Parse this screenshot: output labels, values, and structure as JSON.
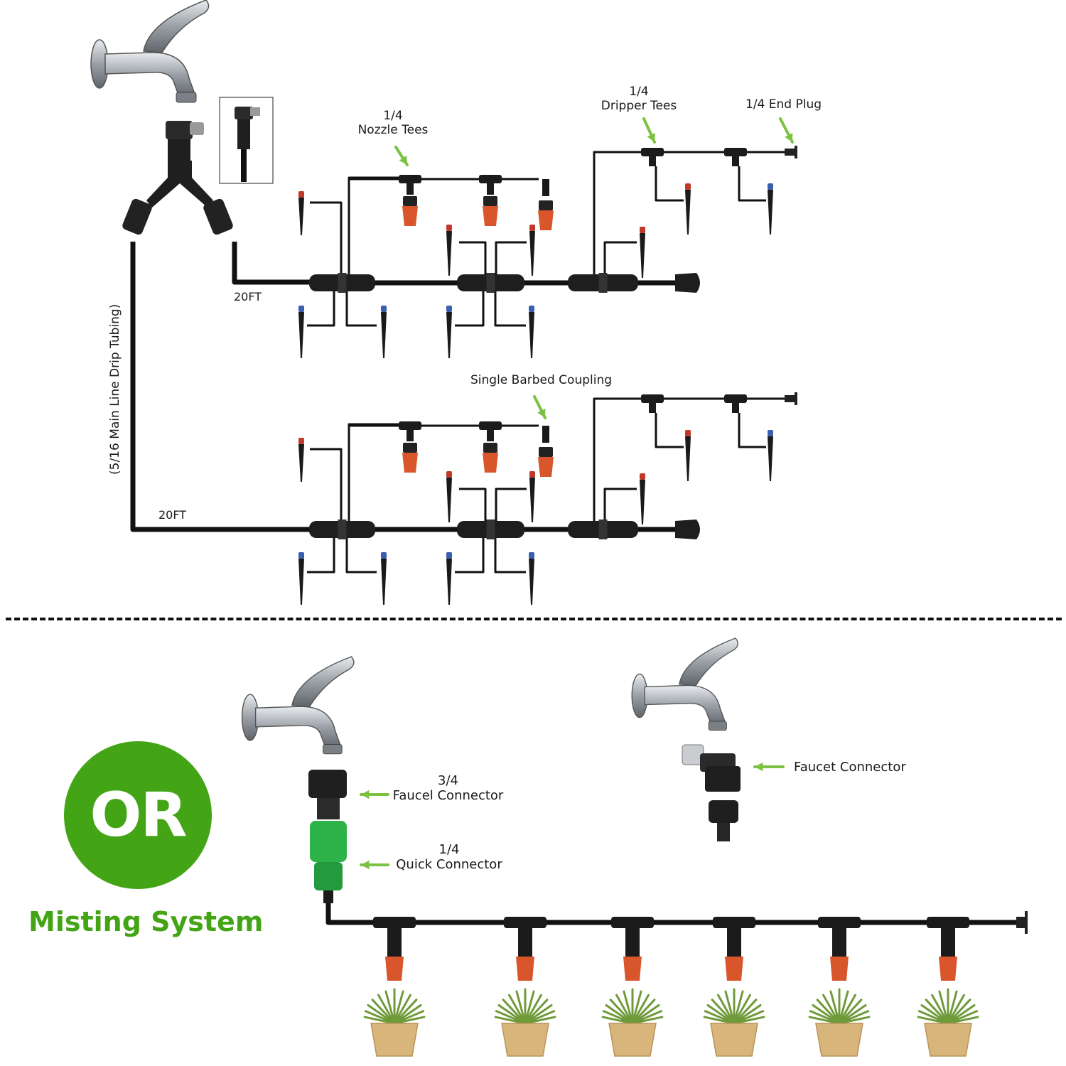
{
  "colors": {
    "tube": "#111111",
    "arrow": "#7cc242",
    "nozzle_orange": "#d9552b",
    "stake_red": "#c0392b",
    "stake_blue": "#3a5fb0",
    "chrome": "#9aa0a6",
    "green_connector": "#2db34a",
    "or_green": "#43a516",
    "pot": "#d8b57a",
    "leaves": "#6f9a3a"
  },
  "icons": [
    "faucet-icon",
    "y-splitter-icon",
    "hose-clamp-icon",
    "t-connector-icon",
    "nozzle-icon",
    "dripper-stake-icon",
    "end-plug-icon",
    "potted-plant-icon"
  ],
  "top": {
    "labels": {
      "nozzle_tees_line1": "1/4",
      "nozzle_tees_line2": "Nozzle Tees",
      "dripper_tees_line1": "1/4",
      "dripper_tees_line2": "Dripper Tees",
      "end_plug": "1/4 End Plug",
      "single_barbed": "Single Barbed Coupling",
      "main_line": "(5/16 Main Line Drip Tubing)",
      "length_1": "20FT",
      "length_2": "20FT"
    }
  },
  "bottom": {
    "or_text": "OR",
    "misting_title": "Misting System",
    "labels": {
      "faucel_line1": "3/4",
      "faucel_line2": "Faucel Connector",
      "quick_line1": "1/4",
      "quick_line2": "Quick Connector",
      "faucet_connector": "Faucet Connector"
    }
  }
}
